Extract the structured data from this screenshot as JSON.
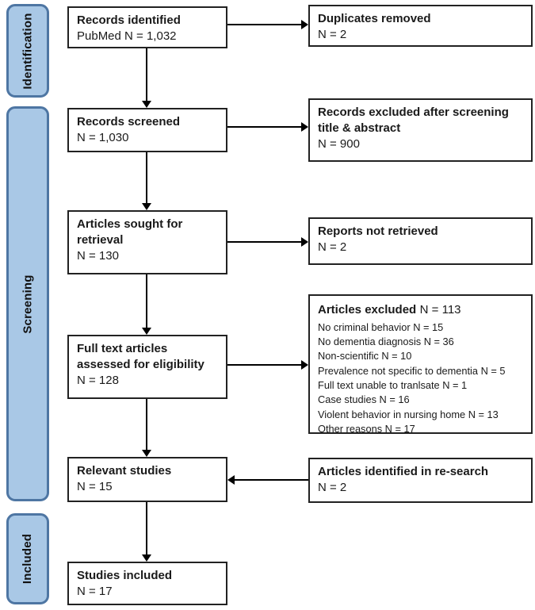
{
  "colors": {
    "stage_fill": "#A9C8E6",
    "stage_border": "#4E76A3",
    "box_border": "#222222",
    "arrow": "#000000"
  },
  "sidebar": {
    "stages": [
      {
        "label": "Identification"
      },
      {
        "label": "Screening"
      },
      {
        "label": "Included"
      }
    ]
  },
  "flow": {
    "left": [
      {
        "title": "Records identified",
        "value": "PubMed N = 1,032"
      },
      {
        "title": "Records screened",
        "value": "N = 1,030"
      },
      {
        "title": "Articles sought for retrieval",
        "value": "N = 130"
      },
      {
        "title": "Full text articles assessed for eligibility",
        "value": "N = 128"
      },
      {
        "title": "Relevant studies",
        "value": "N = 15"
      },
      {
        "title": "Studies included",
        "value": "N = 17"
      }
    ],
    "right": [
      {
        "title": "Duplicates removed",
        "value": "N = 2"
      },
      {
        "title": "Records excluded after screening title & abstract",
        "value": "N = 900"
      },
      {
        "title": "Reports not retrieved",
        "value": "N = 2"
      },
      {
        "title": "Articles excluded",
        "value": "N = 113",
        "items": [
          "No criminal behavior N = 15",
          "No dementia diagnosis N = 36",
          "Non-scientific N = 10",
          "Prevalence not specific to dementia N = 5",
          "Full text unable to tranlsate N = 1",
          "Case studies N = 16",
          "Violent behavior in nursing home N = 13",
          "Other reasons N = 17"
        ]
      },
      {
        "title": "Articles identified in re-search",
        "value": "N = 2"
      }
    ]
  }
}
